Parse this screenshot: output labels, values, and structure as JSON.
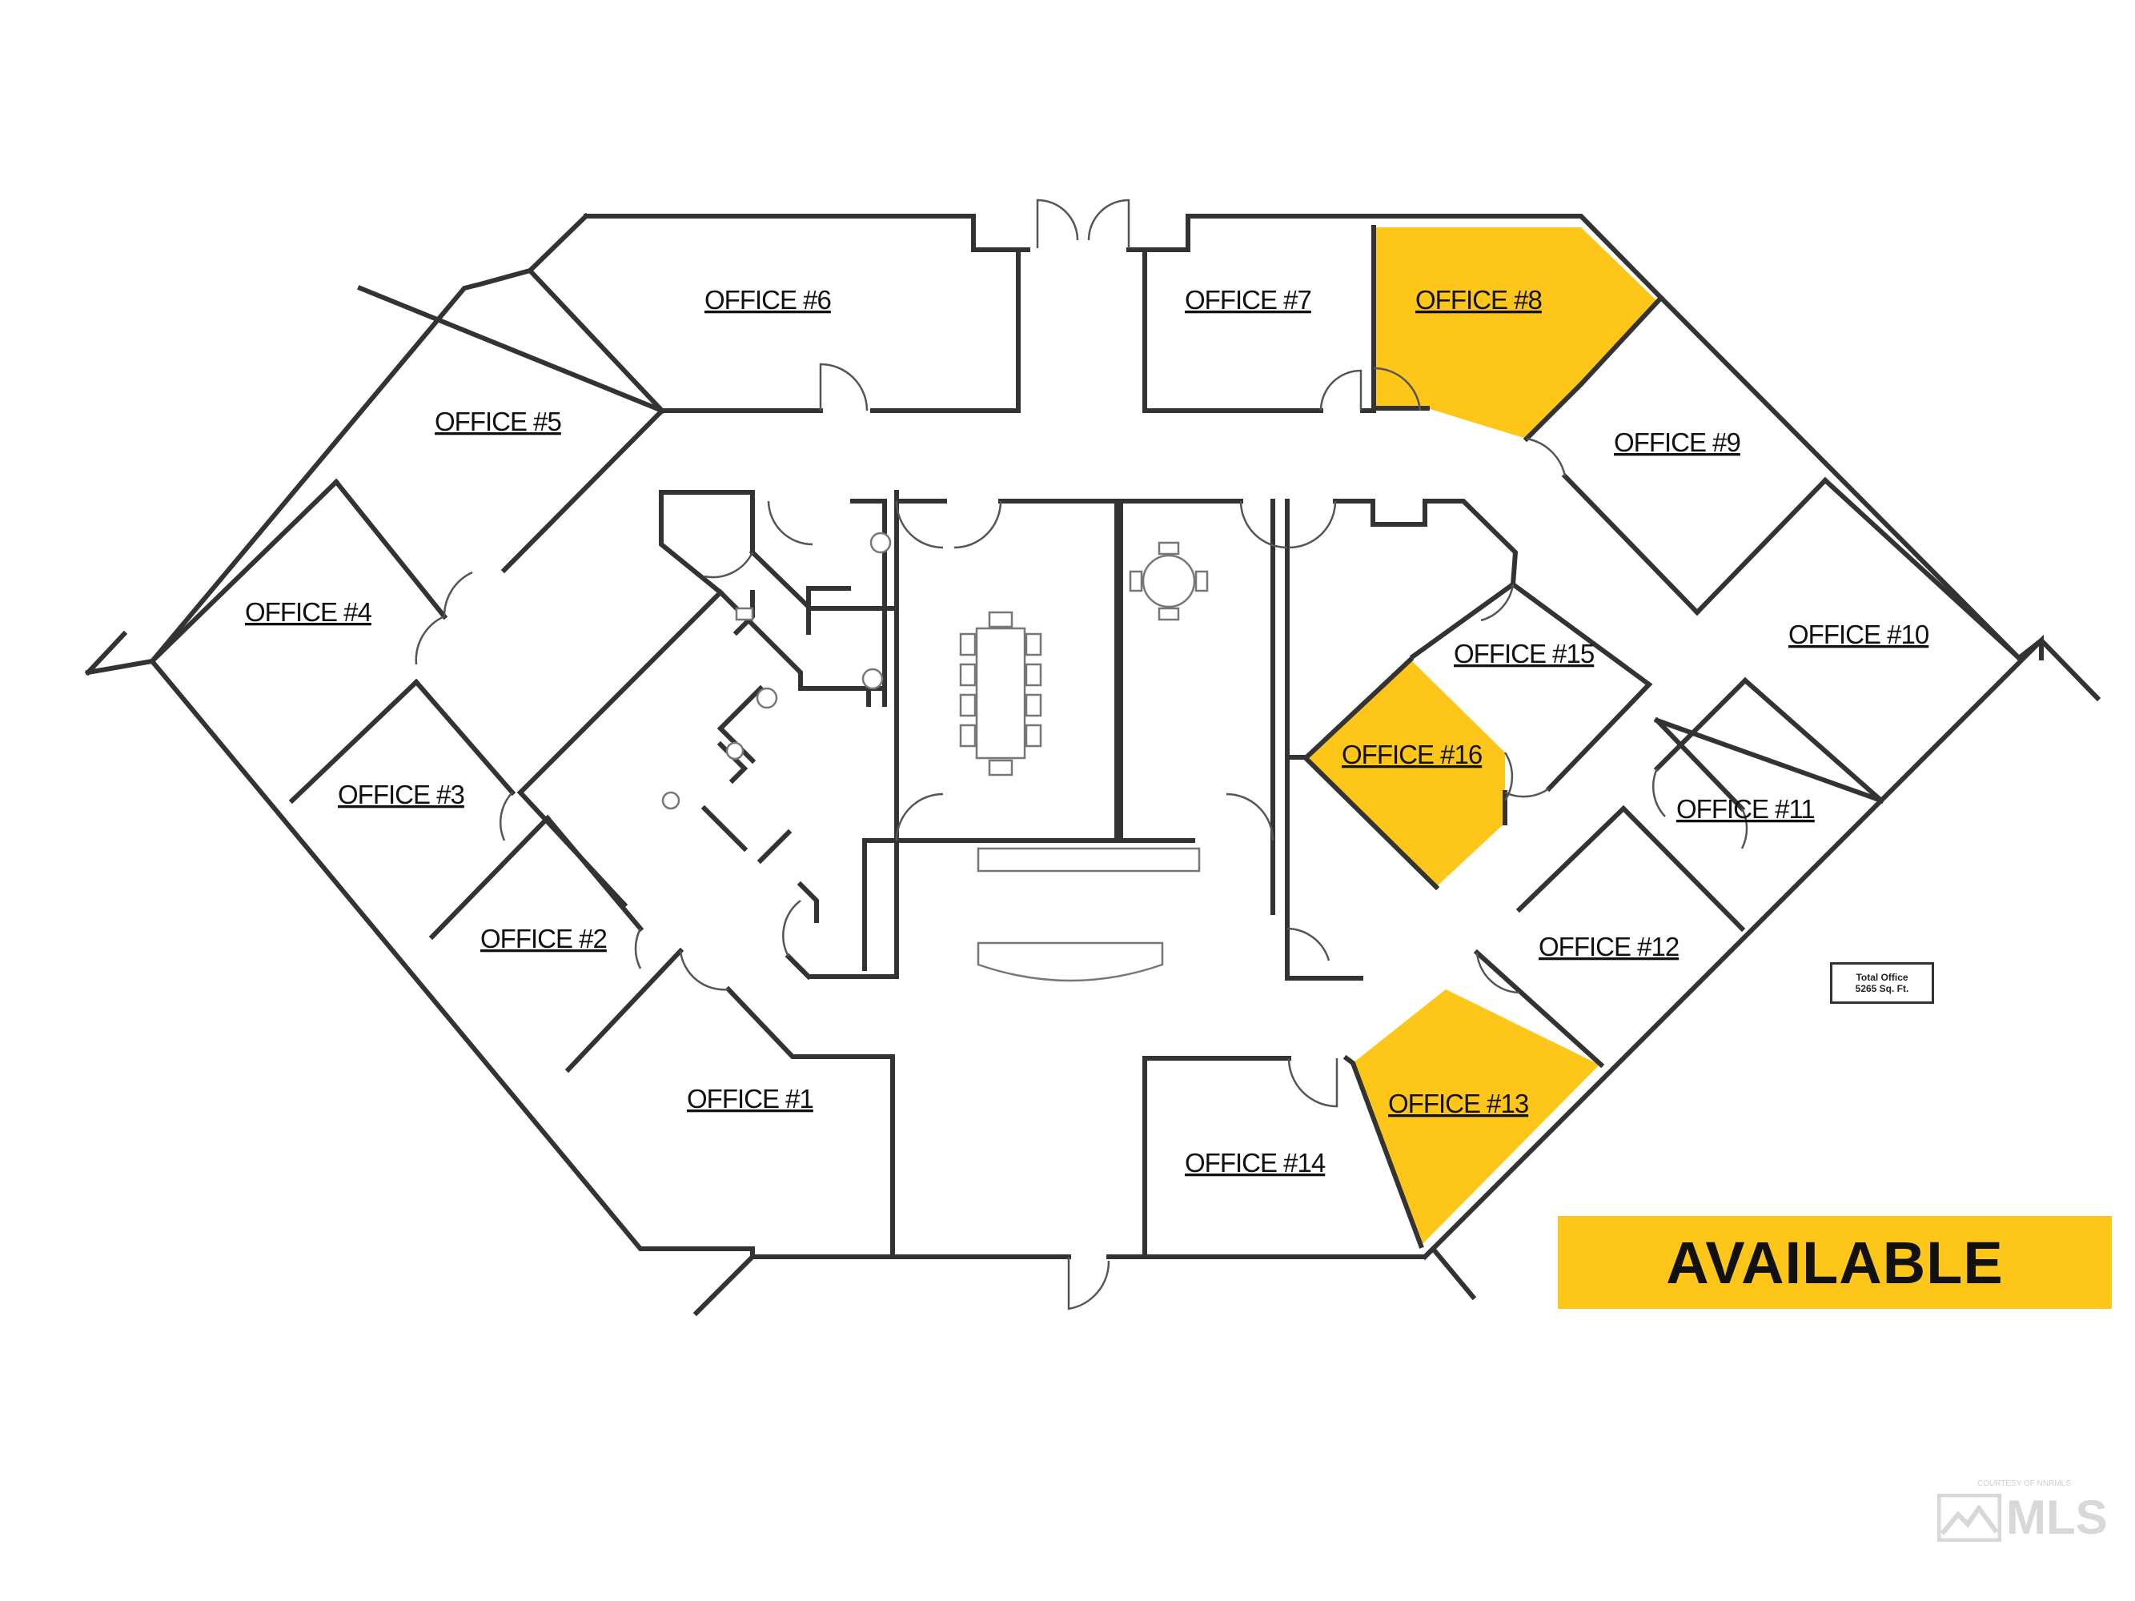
{
  "rooms": {
    "office_1": "OFFICE #1",
    "office_2": "OFFICE #2",
    "office_3": "OFFICE #3",
    "office_4": "OFFICE #4",
    "office_5": "OFFICE #5",
    "office_6": "OFFICE #6",
    "office_7": "OFFICE #7",
    "office_8": "OFFICE #8",
    "office_9": "OFFICE #9",
    "office_10": "OFFICE #10",
    "office_11": "OFFICE #11",
    "office_12": "OFFICE #12",
    "office_13": "OFFICE #13",
    "office_14": "OFFICE #14",
    "office_15": "OFFICE #15",
    "office_16": "OFFICE #16"
  },
  "legend": {
    "available": "AVAILABLE",
    "available_color": "#fec619"
  },
  "total_box": {
    "line1": "Total Office",
    "line2": "5265 Sq. Ft."
  },
  "watermark": {
    "mls": "MLS",
    "caption": "COURTESY OF NNRMLS"
  },
  "colors": {
    "wall": "#333333",
    "highlight": "#fec619"
  }
}
